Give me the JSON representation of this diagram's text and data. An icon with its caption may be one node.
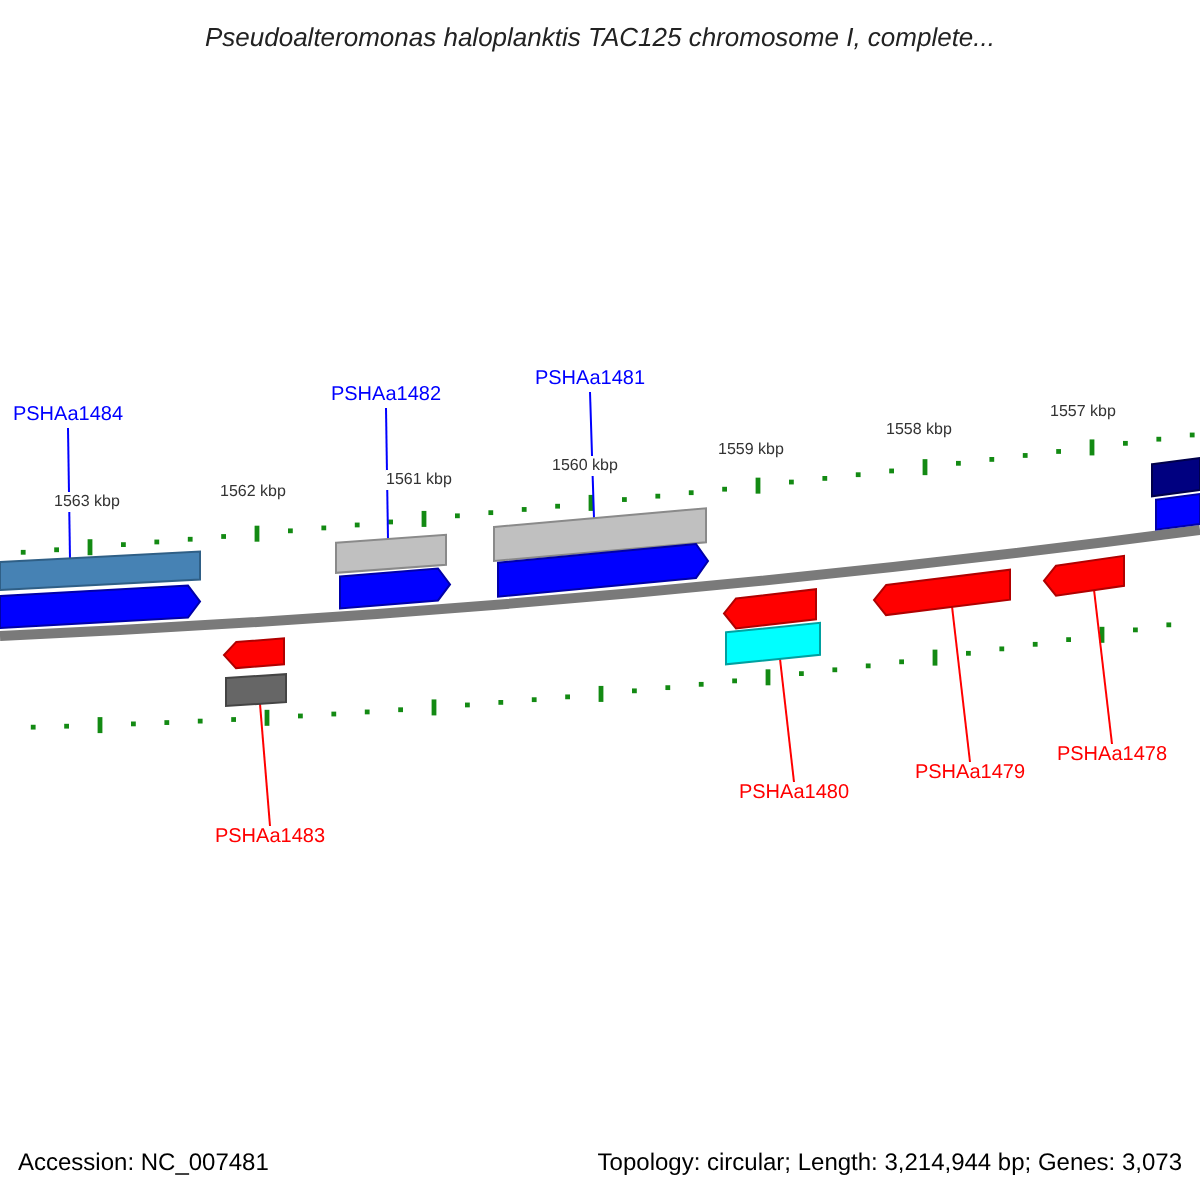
{
  "diagram": {
    "title": "Pseudoalteromonas haloplanktis TAC125 chromosome I, complete...",
    "nodes": [
      {
        "text": [
          "PSHAa1484"
        ]
      },
      {
        "text": [
          "PSHAa1482"
        ]
      },
      {
        "text": [
          "PSHAa1481"
        ]
      },
      {
        "text": [
          "PSHAa1483"
        ]
      },
      {
        "text": [
          "PSHAa1480"
        ]
      },
      {
        "text": [
          "PSHAa1479"
        ]
      },
      {
        "text": [
          "PSHAa1478"
        ]
      },
      {
        "text": [],
        "shape": "bar"
      },
      {
        "text": [],
        "shape": "bar"
      },
      {
        "text": [],
        "shape": "bar"
      },
      {
        "text": [],
        "shape": "bar"
      },
      {
        "text": [],
        "shape": "bar"
      },
      {
        "text": [],
        "shape": "bar"
      },
      {
        "text": [],
        "shape": "bar"
      },
      {
        "text": [],
        "shape": "bar"
      },
      {
        "text": [],
        "shape": "bar"
      },
      {
        "text": [],
        "shape": "bar"
      },
      {
        "text": [],
        "shape": "bar"
      },
      {
        "text": [],
        "shape": "bar"
      },
      {
        "text": [],
        "shape": "bar"
      },
      {
        "text": [],
        "shape": "bar"
      }
    ],
    "edges": [
      {
        "from": 0,
        "to": 7,
        "arrow": "none",
        "color": "#0000ff"
      },
      {
        "from": 1,
        "to": 11,
        "arrow": "none",
        "color": "#0000ff"
      },
      {
        "from": 2,
        "to": 13,
        "arrow": "none",
        "color": "#0000ff"
      },
      {
        "from": 3,
        "to": 10,
        "arrow": "none"
      },
      {
        "from": 4,
        "to": 16,
        "arrow": "none"
      },
      {
        "from": 5,
        "to": 17,
        "arrow": "none"
      },
      {
        "from": 6,
        "to": 18,
        "arrow": "none"
      }
    ],
    "labels": [
      "1557 kbp",
      "1558 kbp",
      "1559 kbp",
      "1560 kbp",
      "1561 kbp",
      "1562 kbp",
      "1563 kbp",
      "Accession: NC_007481",
      "Topology: circular; Length: 3,214,944 bp; Genes: 3,073"
    ]
  }
}
